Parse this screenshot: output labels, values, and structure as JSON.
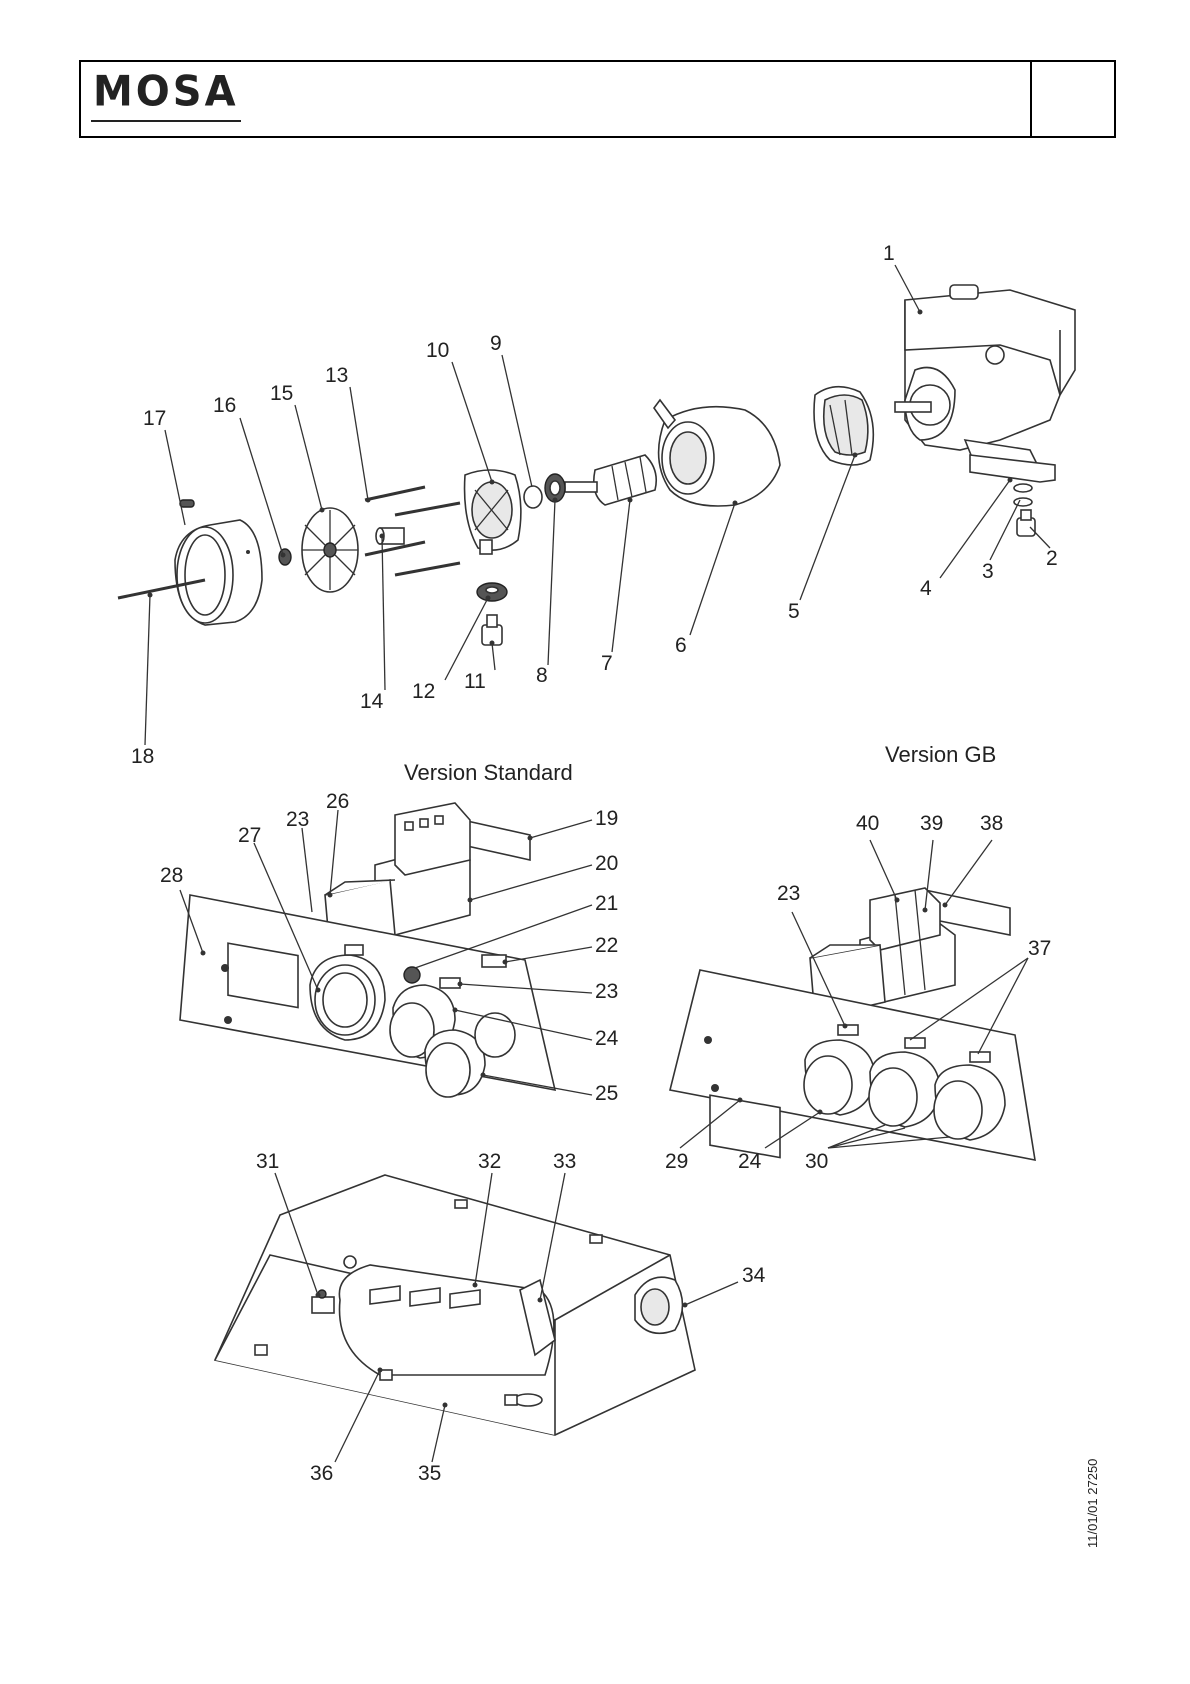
{
  "header": {
    "logo": "MOSA"
  },
  "captions": {
    "standard": "Version Standard",
    "gb": "Version GB"
  },
  "doc_code": "11/01/01 27250",
  "callouts": [
    "1",
    "2",
    "3",
    "4",
    "5",
    "6",
    "7",
    "8",
    "9",
    "10",
    "11",
    "12",
    "13",
    "14",
    "15",
    "16",
    "17",
    "18",
    "19",
    "20",
    "21",
    "22",
    "23",
    "23",
    "24",
    "25",
    "26",
    "27",
    "28",
    "23",
    "24",
    "29",
    "30",
    "37",
    "38",
    "39",
    "40",
    "31",
    "32",
    "33",
    "34",
    "35",
    "36"
  ]
}
